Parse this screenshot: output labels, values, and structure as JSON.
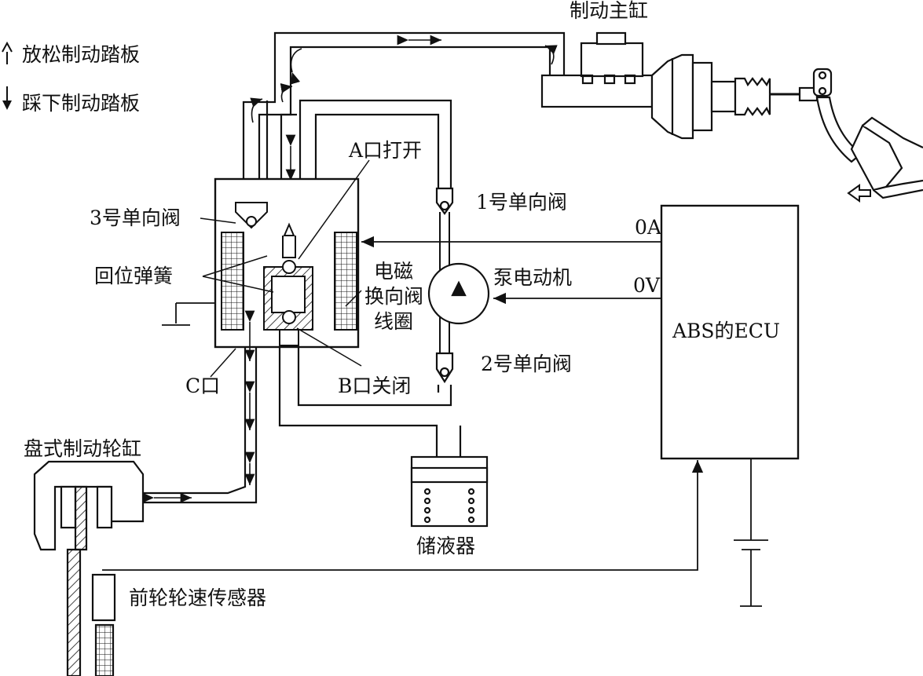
{
  "legend": {
    "release_pedal": "放松制动踏板",
    "press_pedal": "踩下制动踏板"
  },
  "labels": {
    "master_cylinder": "制动主缸",
    "port_a_open": "A口打开",
    "check_valve_1": "1号单向阀",
    "check_valve_2": "2号单向阀",
    "check_valve_3": "3号单向阀",
    "return_spring": "回位弹簧",
    "solenoid_line1": "电磁",
    "solenoid_line2": "换向阀",
    "solenoid_line3": "线圈",
    "pump_motor": "泵电动机",
    "current_0a": "0A",
    "voltage_0v": "0V",
    "ecu": "ABS的ECU",
    "port_c": "C口",
    "port_b_closed": "B口关闭",
    "disc_caliper": "盘式制动轮缸",
    "reservoir": "储液器",
    "wheel_speed_sensor": "前轮轮速传感器"
  }
}
